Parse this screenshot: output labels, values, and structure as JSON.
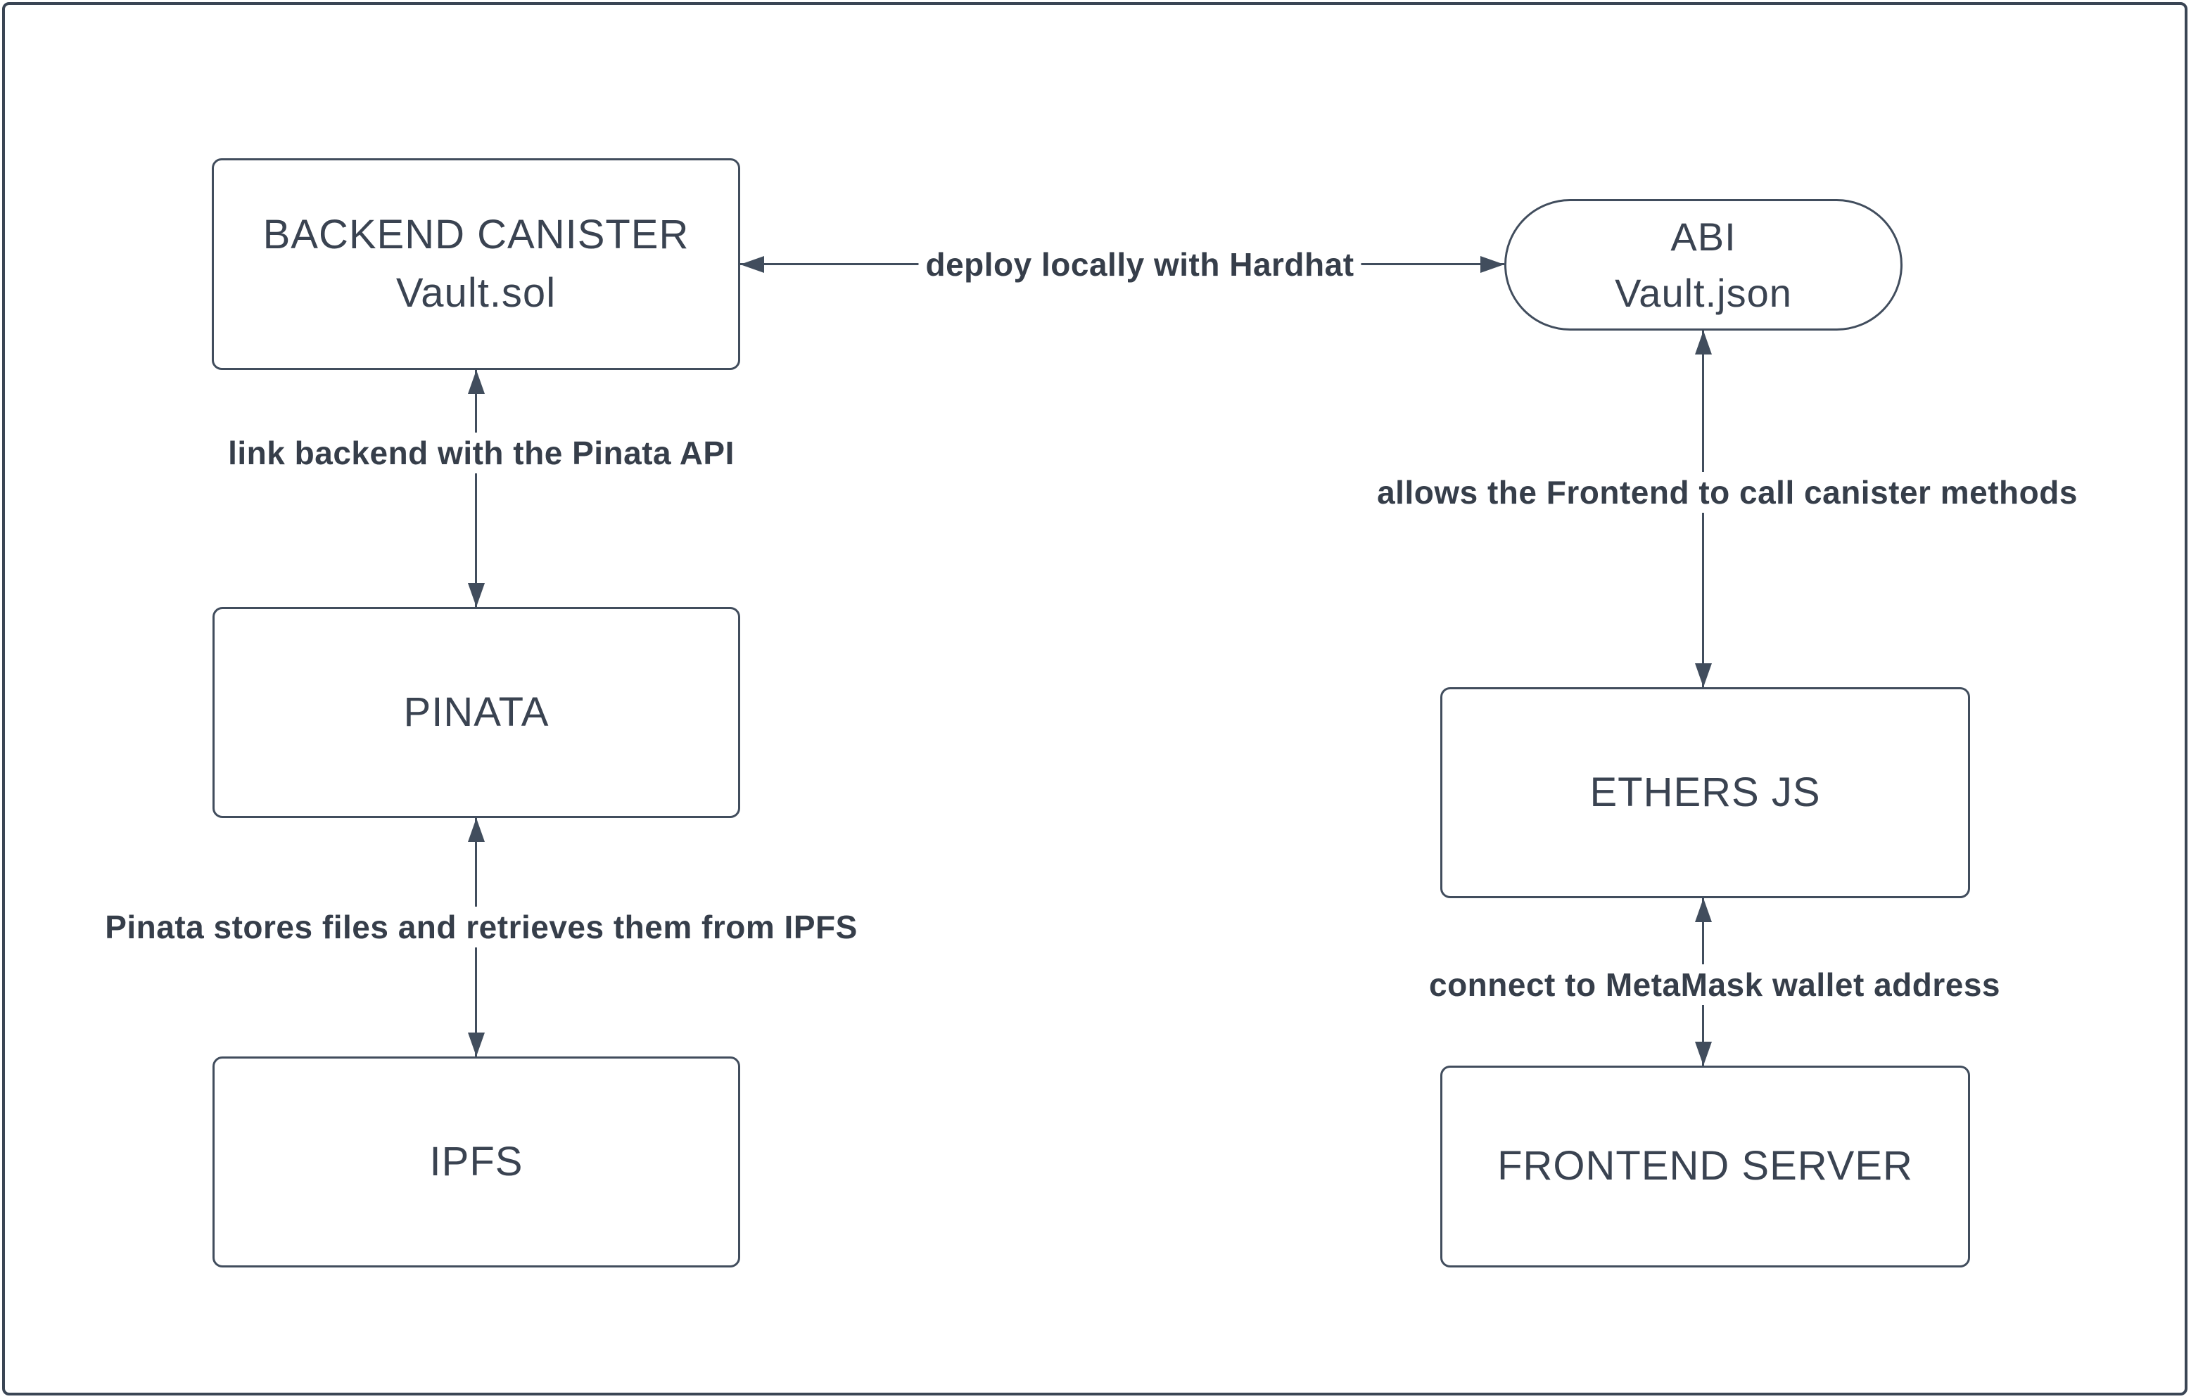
{
  "diagram": {
    "background": "#ffffff",
    "stroke_color": "#414d5d",
    "text_color": "#3a4351",
    "label_color": "#363e4a",
    "nodes": {
      "backend_canister": {
        "title": "BACKEND CANISTER",
        "subtitle": "Vault.sol",
        "shape": "rounded-rect"
      },
      "abi": {
        "title": "ABI",
        "subtitle": "Vault.json",
        "shape": "stadium"
      },
      "pinata": {
        "title": "PINATA",
        "shape": "rounded-rect"
      },
      "ethers_js": {
        "title": "ETHERS JS",
        "shape": "rounded-rect"
      },
      "ipfs": {
        "title": "IPFS",
        "shape": "rounded-rect"
      },
      "frontend_server": {
        "title": "FRONTEND SERVER",
        "shape": "rounded-rect"
      }
    },
    "edges": {
      "backend_abi": {
        "label": "deploy locally with Hardhat",
        "direction": "bidirectional-horizontal"
      },
      "backend_pinata": {
        "label": "link backend with the Pinata API",
        "direction": "bidirectional-vertical"
      },
      "pinata_ipfs": {
        "label": "Pinata stores files and retrieves them from IPFS",
        "direction": "bidirectional-vertical"
      },
      "abi_ethers": {
        "label": "allows the Frontend to call canister methods",
        "direction": "bidirectional-vertical"
      },
      "ethers_frontend": {
        "label": "connect to MetaMask wallet address",
        "direction": "bidirectional-vertical"
      }
    }
  }
}
